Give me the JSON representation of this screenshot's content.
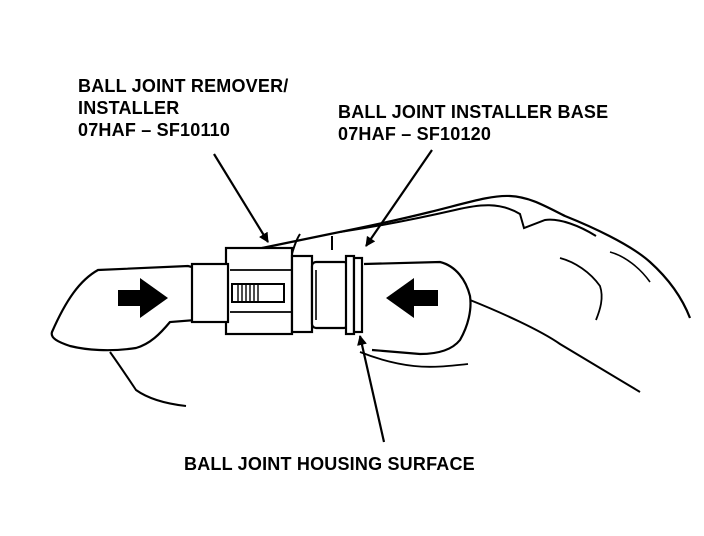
{
  "labels": {
    "remover": {
      "line1": "BALL JOINT REMOVER/",
      "line2": "INSTALLER",
      "part_number": "07HAF – SF10110"
    },
    "installer_base": {
      "line1": "BALL JOINT INSTALLER BASE",
      "part_number": "07HAF – SF10120"
    },
    "housing_surface": {
      "line1": "BALL JOINT HOUSING SURFACE"
    }
  },
  "colors": {
    "ink": "#000000",
    "paper": "#ffffff"
  }
}
